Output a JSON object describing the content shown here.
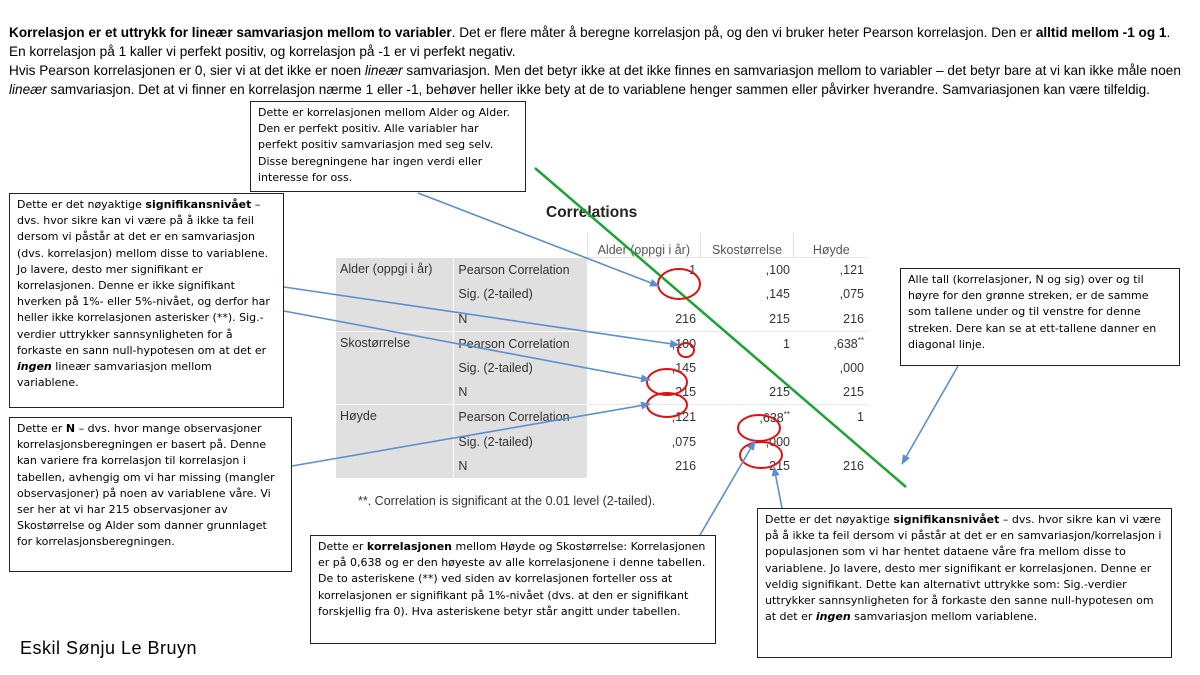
{
  "intro": {
    "p1_bold_a": "Korrelasjon er et uttrykk for lineær samvariasjon mellom to variabler",
    "p1_a": ". Det er flere måter å beregne korrelasjon på, og den vi bruker heter Pearson korrelasjon. Den er ",
    "p1_bold_b": "alltid mellom -1 og 1",
    "p1_b": ".",
    "p2": "En korrelasjon på 1 kaller vi perfekt positiv, og korrelasjon på -1 er vi perfekt negativ.",
    "p3_a": "Hvis Pearson korrelasjonen er 0, sier vi at det ikke er noen ",
    "p3_it_a": "lineær",
    "p3_b": " samvariasjon. Men det betyr ikke at det ikke finnes en samvariasjon mellom to variabler – det betyr bare at vi kan ikke måle noen ",
    "p3_it_b": "lineær",
    "p3_c": " samvariasjon. Det at vi finner en korrelasjon nærme 1 eller -1, behøver heller ikke bety at de to variablene henger sammen eller påvirker hverandre. Samvariasjonen kan være tilfeldig."
  },
  "notes": {
    "alder": "Dette er korrelasjonen mellom Alder og Alder. Den er perfekt positiv. Alle variabler har perfekt positiv samvariasjon med seg selv. Disse beregningene har ingen verdi eller interesse for oss.",
    "sig_left_a": "Dette er det nøyaktige ",
    "sig_left_bold": "signifikansnivået",
    "sig_left_b": " – dvs. hvor sikre kan vi være på å ikke ta feil dersom vi påstår at det er en samvariasjon (dvs. korrelasjon) mellom disse to variablene. Jo lavere, desto mer signifikant er korrelasjonen. Denne er ikke signifikant hverken på 1%- eller 5%-nivået, og derfor har heller ikke korrelasjonen asterisker (**). Sig.-verdier uttrykker sannsynligheten for å forkaste en sann null-hypotesen om at det er ",
    "sig_left_bi": "ingen",
    "sig_left_c": " lineær samvariasjon mellom variablene.",
    "n_a": "Dette er ",
    "n_bold": "N",
    "n_b": " – dvs. hvor mange observasjoner korrelasjonsberegningen er basert på. Denne kan variere fra korrelasjon til korrelasjon i tabellen, avhengig om vi har missing (mangler observasjoner) på noen av variablene våre. Vi ser her at vi har 215 observasjoner av Skostørrelse og Alder som danner grunnlaget for korrelasjonsberegningen.",
    "korr_a": "Dette er ",
    "korr_bold": "korrelasjonen",
    "korr_b": " mellom Høyde og Skostørrelse: Korrelasjonen er på 0,638 og er den høyeste av alle korrelasjonene i denne tabellen. De to asteriskene (**) ved siden av korrelasjonen forteller oss at korrelasjonen er signifikant på 1%-nivået (dvs. at den er signifikant forskjellig fra 0). Hva asteriskene betyr står angitt under tabellen.",
    "diag": "Alle tall (korrelasjoner, N og sig) over og til høyre for den grønne streken, er de samme som tallene under og til venstre for denne streken. Dere kan se at ett-tallene danner en diagonal linje.",
    "sig_right_a": "Dette er det nøyaktige ",
    "sig_right_bold": "signifikansnivået",
    "sig_right_b": " – dvs. hvor sikre kan vi være på å ikke ta feil dersom vi påstår at det er en samvariasjon/korrelasjon i populasjonen som vi har hentet dataene våre fra mellom disse to variablene. Jo lavere, desto mer signifikant er korrelasjonen. Denne er veldig signifikant. Dette kan alternativt uttrykke som: Sig.-verdier uttrykker sannsynligheten for å forkaste den sanne null-hypotesen om at det er ",
    "sig_right_bi": "ingen",
    "sig_right_c": " samvariasjon mellom variablene."
  },
  "table": {
    "title": "Correlations",
    "headers": [
      "Alder (oppgi i år)",
      "Skostørrelse",
      "Høyde"
    ],
    "stat_labels": [
      "Pearson Correlation",
      "Sig. (2-tailed)",
      "N"
    ],
    "rows": [
      {
        "name": "Alder (oppgi i år)",
        "pearson": [
          "1",
          ",100",
          ",121"
        ],
        "sig": [
          "",
          ",145",
          ",075"
        ],
        "n": [
          "216",
          "215",
          "216"
        ]
      },
      {
        "name": "Skostørrelse",
        "pearson": [
          ",100",
          "1",
          ",638"
        ],
        "sig": [
          ",145",
          "",
          ",000"
        ],
        "n": [
          "215",
          "215",
          "215"
        ]
      },
      {
        "name": "Høyde",
        "pearson": [
          ",121",
          ",638",
          "1"
        ],
        "sig": [
          ",075",
          ",000",
          ""
        ],
        "n": [
          "216",
          "215",
          "216"
        ]
      }
    ],
    "sig_mark": "**",
    "footnote": "**. Correlation is significant at the 0.01 level (2-tailed)."
  },
  "author": "Eskil Sønju Le Bruyn",
  "colors": {
    "diagonal_line": "#1aa532",
    "circle": "#e01010",
    "arrow": "#5b8fd0"
  }
}
